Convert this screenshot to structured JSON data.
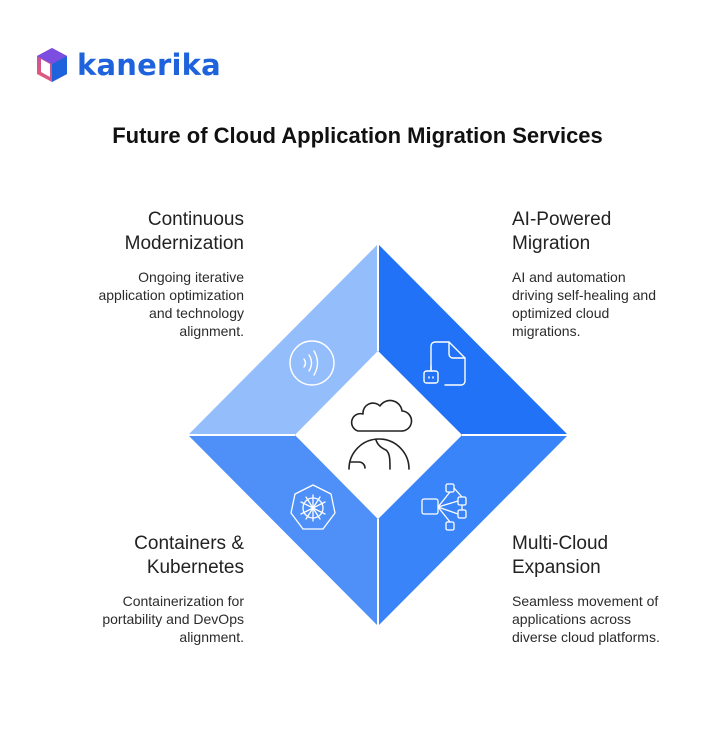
{
  "brand": {
    "name": "kanerika",
    "logo_icon": "hexagon-cube-icon",
    "color": "#1f63dc"
  },
  "title": "Future of Cloud Application Migration Services",
  "center": {
    "icon": "cloud-globe-icon"
  },
  "colors": {
    "top_left": "#94bdfc",
    "top_right": "#2172f6",
    "bottom_left": "#4e8ff8",
    "bottom_right": "#3a84f9",
    "center": "#ffffff"
  },
  "quadrants": [
    {
      "position": "top-left",
      "heading_line1": "Continuous",
      "heading_line2": "Modernization",
      "desc_line1": "Ongoing iterative",
      "desc_line2": "application optimization",
      "desc_line3": "and technology",
      "desc_line4": "alignment.",
      "icon": "signal-waves-icon"
    },
    {
      "position": "top-right",
      "heading_line1": "AI-Powered",
      "heading_line2": "Migration",
      "desc_line1": "AI and automation",
      "desc_line2": "driving self-healing and",
      "desc_line3": "optimized cloud",
      "desc_line4": "migrations.",
      "icon": "document-robot-icon"
    },
    {
      "position": "bottom-left",
      "heading_line1": "Containers &",
      "heading_line2": "Kubernetes",
      "desc_line1": "Containerization for",
      "desc_line2": "portability and DevOps",
      "desc_line3": "alignment.",
      "icon": "kubernetes-helm-icon"
    },
    {
      "position": "bottom-right",
      "heading_line1": "Multi-Cloud",
      "heading_line2": "Expansion",
      "desc_line1": "Seamless movement of",
      "desc_line2": "applications across",
      "desc_line3": "diverse cloud platforms.",
      "icon": "network-branch-icon"
    }
  ]
}
